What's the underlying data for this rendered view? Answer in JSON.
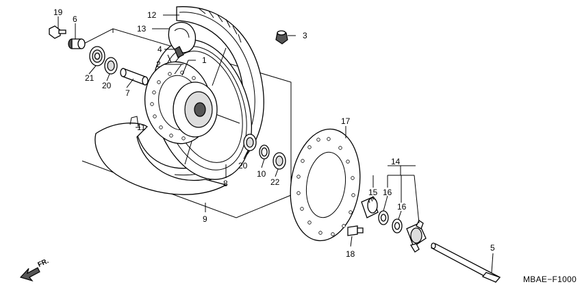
{
  "diagram": {
    "code": "MBAE−F1000",
    "direction_label": "FR.",
    "callouts": [
      "1",
      "2",
      "3",
      "4",
      "5",
      "6",
      "7",
      "8",
      "9",
      "10",
      "11",
      "12",
      "13",
      "14",
      "15",
      "16",
      "16",
      "17",
      "18",
      "19",
      "20",
      "20",
      "21",
      "22"
    ]
  }
}
